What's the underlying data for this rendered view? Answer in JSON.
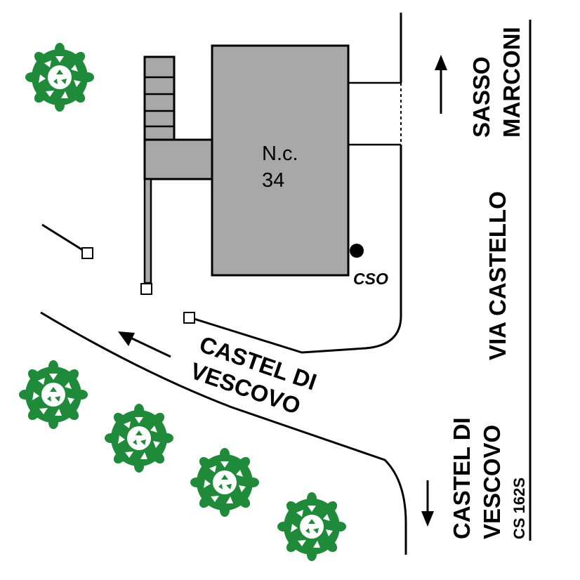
{
  "building": {
    "label_line1": "N.c.",
    "label_line2": "34",
    "fill": "#a8a8a8"
  },
  "marker": {
    "label": "CSO"
  },
  "labels": {
    "road_castel_line1": "CASTEL DI",
    "road_castel_line2": "VESCOVO",
    "via_castello": "VIA CASTELLO",
    "dir_sasso_line1": "SASSO",
    "dir_sasso_line2": "MARCONI",
    "dir_castel_line1": "CASTEL DI",
    "dir_castel_line2": "VESCOVO",
    "dir_castel_line3": "CS 162S"
  },
  "colors": {
    "tree_dark": "#1e8a3a",
    "tree_light": "#ffffff",
    "stroke": "#000000",
    "structure_fill": "#a8a8a8"
  },
  "icons": {
    "tree": "tree-icon",
    "arrow": "arrow-icon",
    "marker": "dot-marker-icon",
    "post": "square-post-icon"
  }
}
